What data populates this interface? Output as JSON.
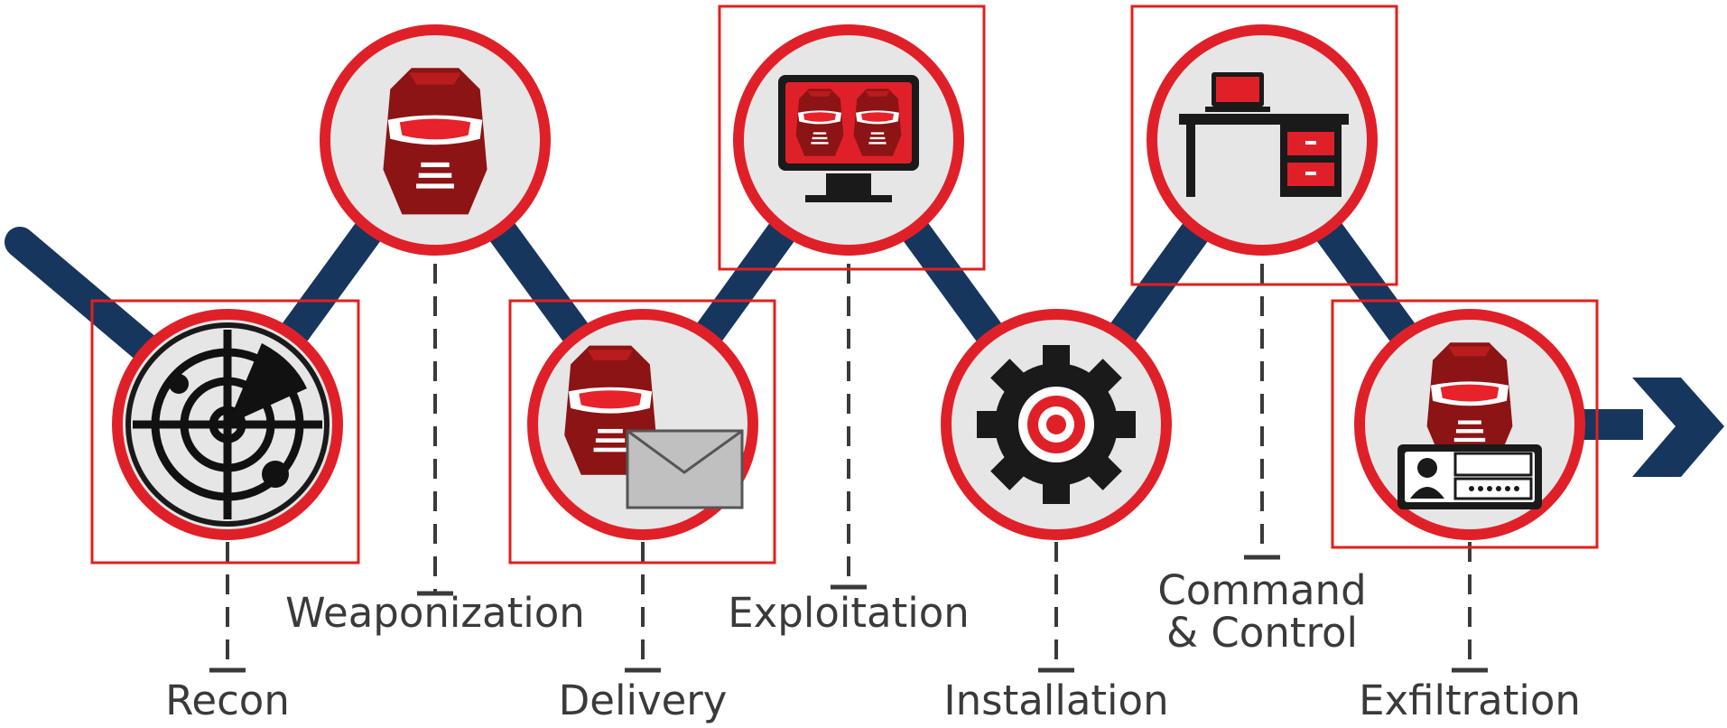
{
  "stages": [
    {
      "label": "Recon",
      "icon": "radar-icon",
      "highlighted": true
    },
    {
      "label": "Weaponization",
      "icon": "robot-head-icon",
      "highlighted": false
    },
    {
      "label": "Delivery",
      "icon": "robot-envelope-icon",
      "highlighted": true
    },
    {
      "label": "Exploitation",
      "icon": "monitor-robots-icon",
      "highlighted": true
    },
    {
      "label": "Installation",
      "icon": "gear-target-icon",
      "highlighted": false
    },
    {
      "label": "Command & Control",
      "icon": "desk-laptop-icon",
      "highlighted": true
    },
    {
      "label": "Exfiltration",
      "icon": "robot-idcard-icon",
      "highlighted": true
    }
  ],
  "colors": {
    "path": "#17365d",
    "ring": "#e02028",
    "fill": "#e6e6e6",
    "robot": "#8c1414",
    "highlight_box": "#e0201e",
    "label": "#3a3a3a"
  }
}
